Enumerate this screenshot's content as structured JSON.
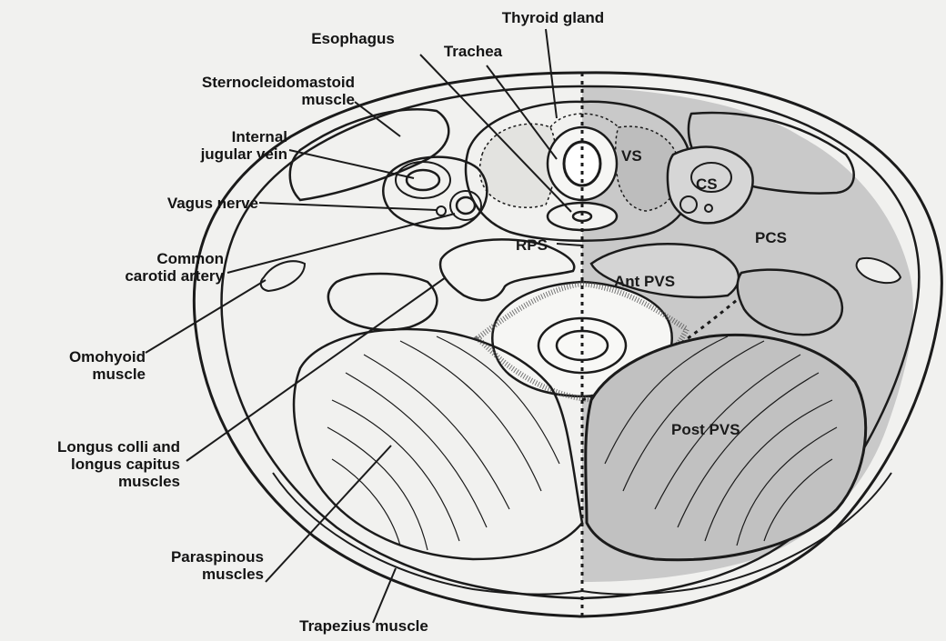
{
  "labels": {
    "thyroid_gland": "Thyroid gland",
    "esophagus": "Esophagus",
    "trachea": "Trachea",
    "sternocleidomastoid_line1": "Sternocleidomastoid",
    "sternocleidomastoid_line2": "muscle",
    "internal_jugular_line1": "Internal",
    "internal_jugular_line2": "jugular vein",
    "vagus_nerve": "Vagus nerve",
    "common_carotid_line1": "Common",
    "common_carotid_line2": "carotid artery",
    "omohyoid_line1": "Omohyoid",
    "omohyoid_line2": "muscle",
    "longus_line1": "Longus colli and",
    "longus_line2": "longus capitus",
    "longus_line3": "muscles",
    "paraspinous_line1": "Paraspinous",
    "paraspinous_line2": "muscles",
    "trapezius": "Trapezius muscle"
  },
  "space_labels": {
    "vs": "VS",
    "cs": "CS",
    "pcs": "PCS",
    "rps": "RPS",
    "ant_pvs": "Ant PVS",
    "post_pvs": "Post PVS"
  },
  "colors": {
    "background": "#f1f1ef",
    "outline": "#1b1b1b",
    "shaded_space": "#c9c9c9",
    "text": "#141414"
  }
}
